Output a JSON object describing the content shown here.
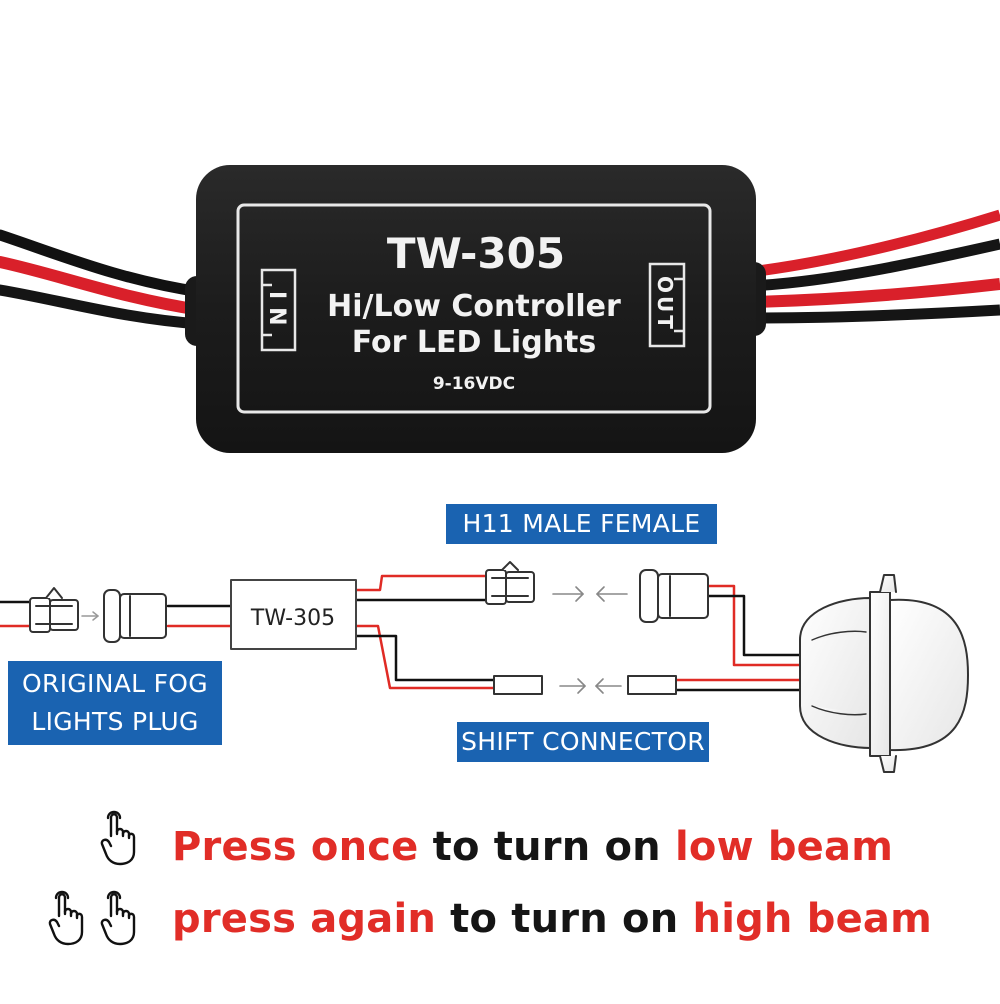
{
  "device": {
    "model": "TW-305",
    "title_line1": "Hi/Low Controller",
    "title_line2": "For LED Lights",
    "voltage": "9-16VDC",
    "in_label": "IN",
    "out_label": "OUT"
  },
  "diagram": {
    "module_label": "TW-305",
    "h11_label": "H11 MALE FEMALE",
    "fog_label_line1": "ORIGINAL FOG",
    "fog_label_line2": "LIGHTS PLUG",
    "shift_label": "SHIFT CONNECTOR"
  },
  "instructions": {
    "line1": {
      "part1": "Press once",
      "part2": " to turn on ",
      "part3": "low beam"
    },
    "line2": {
      "part1": "press again",
      "part2": " to turn on ",
      "part3": "high beam"
    }
  },
  "colors": {
    "accent_red": "#e12d27",
    "label_blue": "#1a63b1",
    "text_black": "#151515",
    "device_body": "#1c1c1c"
  },
  "icons": [
    "tap-once-icon",
    "tap-twice-icon"
  ]
}
